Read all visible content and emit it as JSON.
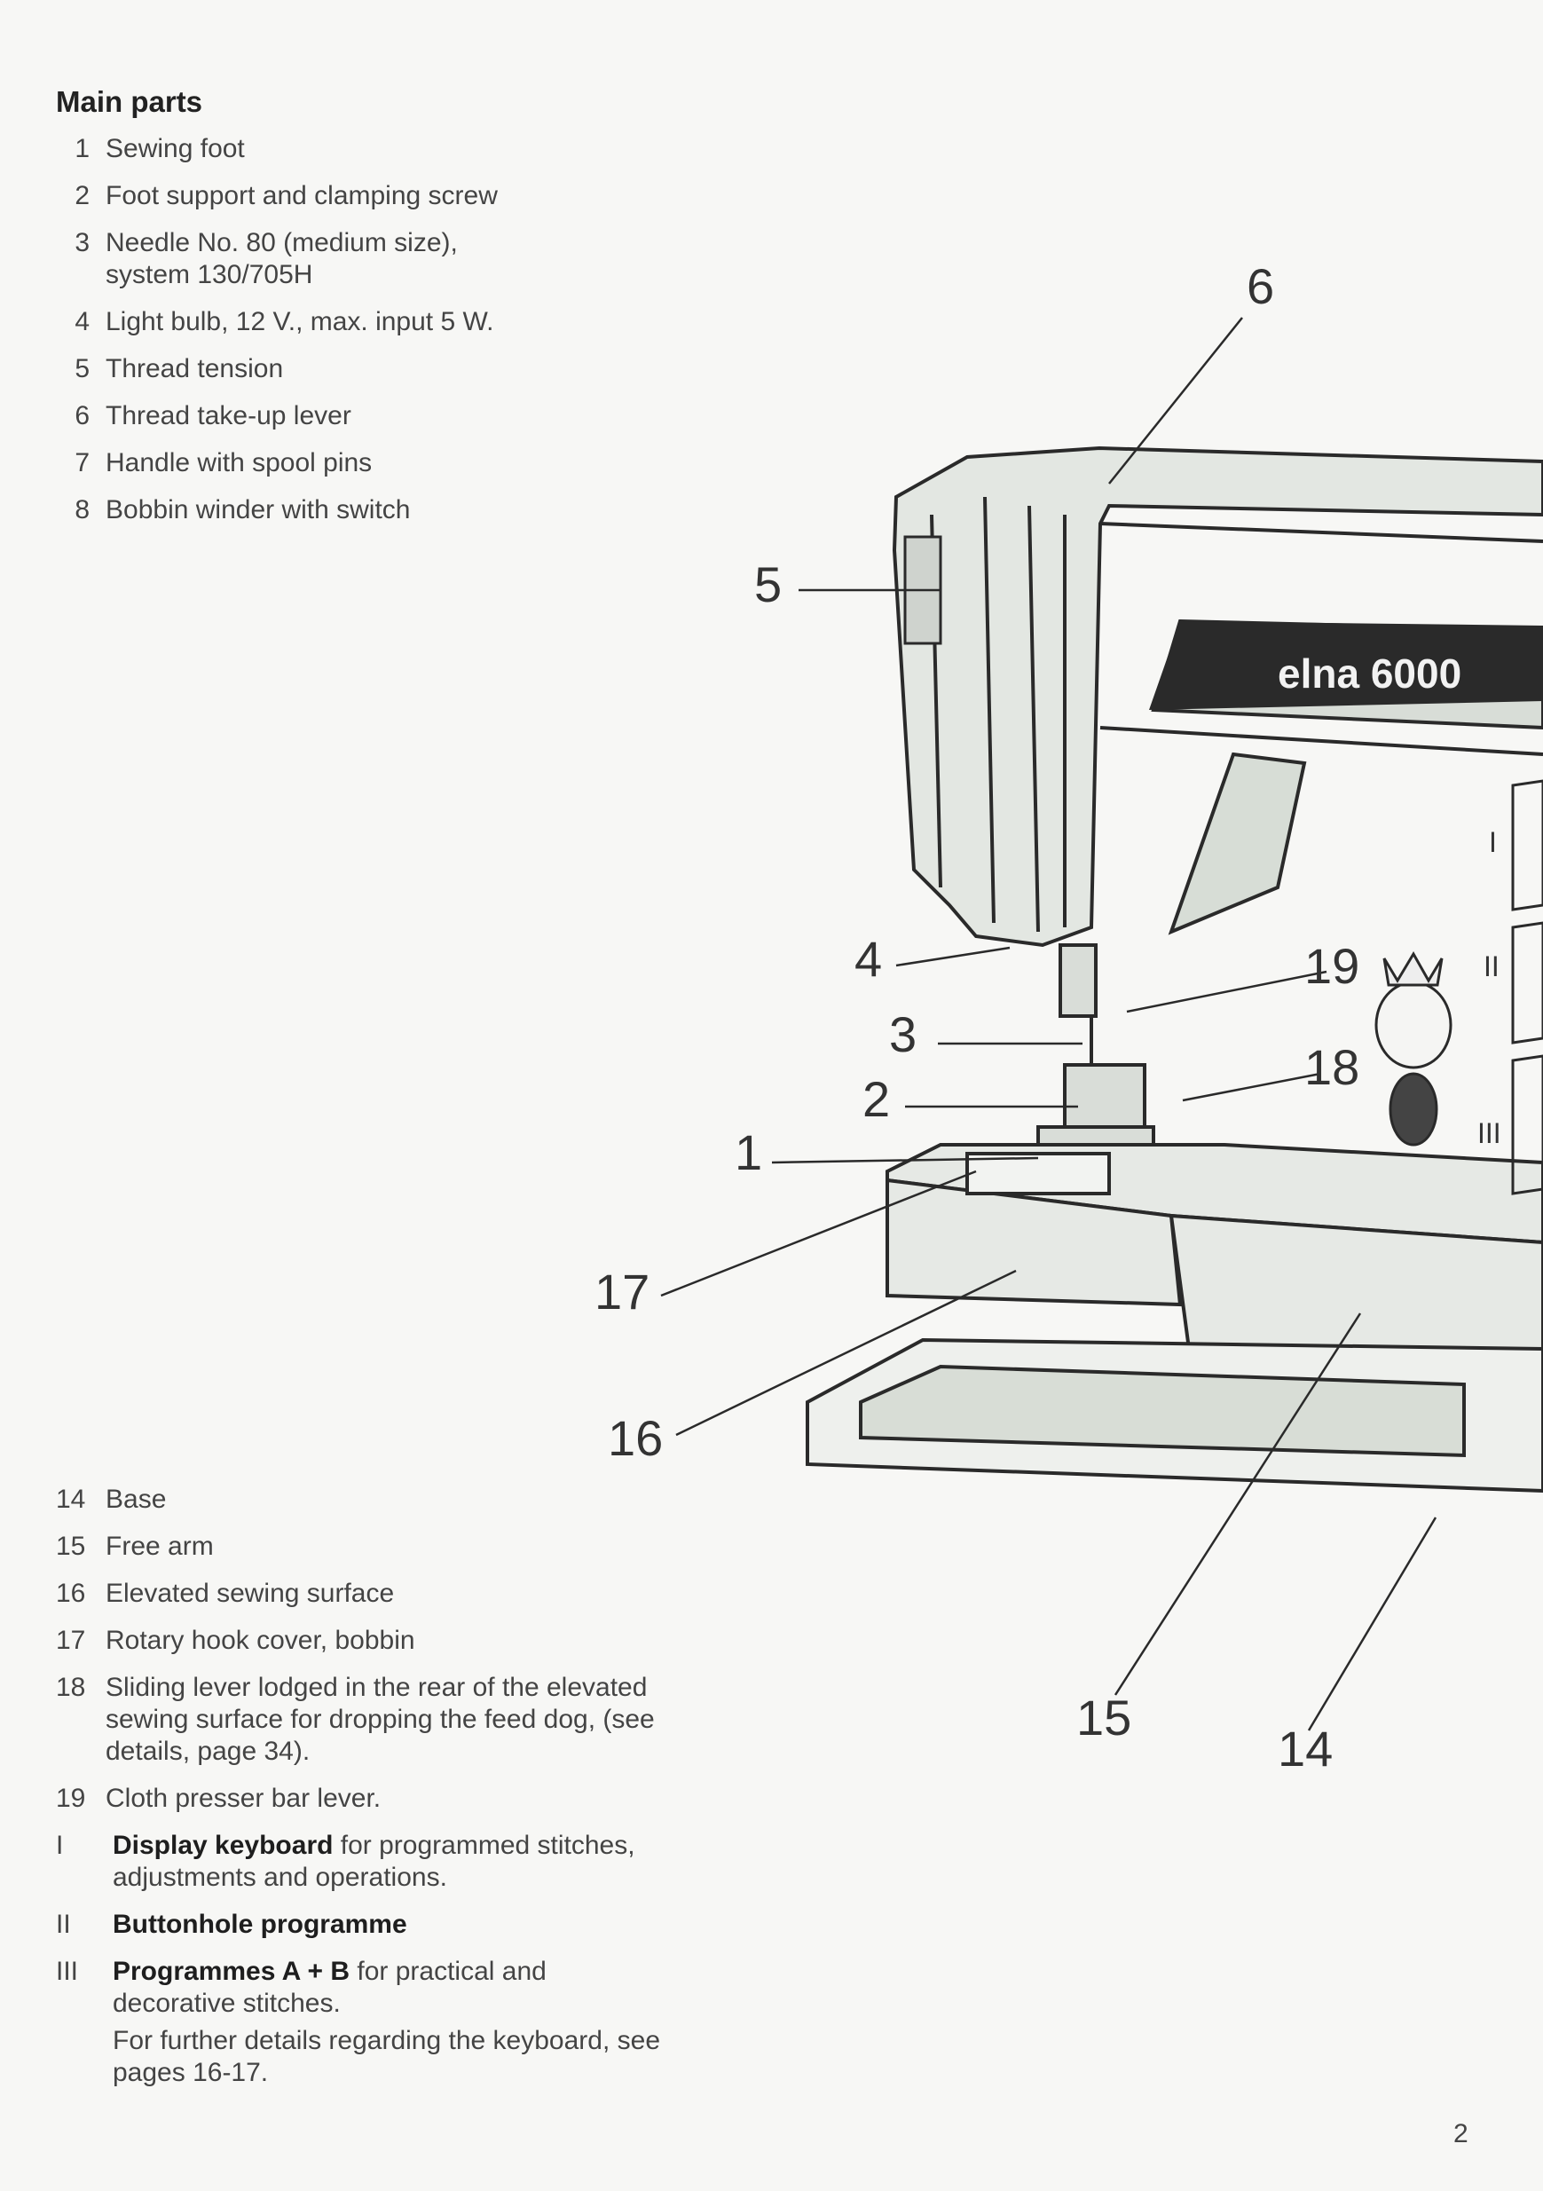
{
  "title": "Main parts",
  "parts_top": [
    {
      "num": "1",
      "label": "Sewing foot"
    },
    {
      "num": "2",
      "label": "Foot support and clamping screw"
    },
    {
      "num": "3",
      "label": "Needle No. 80 (medium size), system 130/705H"
    },
    {
      "num": "4",
      "label": "Light bulb, 12 V., max. input 5 W."
    },
    {
      "num": "5",
      "label": "Thread tension"
    },
    {
      "num": "6",
      "label": "Thread take-up lever"
    },
    {
      "num": "7",
      "label": "Handle with spool pins"
    },
    {
      "num": "8",
      "label": "Bobbin winder with switch"
    }
  ],
  "parts_bottom": [
    {
      "num": "14",
      "label": "Base"
    },
    {
      "num": "15",
      "label": "Free arm"
    },
    {
      "num": "16",
      "label": "Elevated sewing surface"
    },
    {
      "num": "17",
      "label": "Rotary hook cover, bobbin"
    },
    {
      "num": "18",
      "label": "Sliding lever lodged in the rear of the elevated sewing surface for dropping the feed dog, (see details, page 34)."
    },
    {
      "num": "19",
      "label": "Cloth presser bar lever."
    }
  ],
  "roman": [
    {
      "num": "I",
      "bold": "Display keyboard",
      "text": " for programmed stitches, adjustments and operations."
    },
    {
      "num": "II",
      "bold": "Buttonhole programme",
      "text": ""
    },
    {
      "num": "III",
      "bold": "Programmes A + B",
      "text": " for practical and decorative stitches.",
      "note": "For further details regarding the keyboard, see pages 16-17."
    }
  ],
  "callouts": {
    "c1": "1",
    "c2": "2",
    "c3": "3",
    "c4": "4",
    "c5": "5",
    "c6": "6",
    "c14": "14",
    "c15": "15",
    "c16": "16",
    "c17": "17",
    "c18": "18",
    "c19": "19",
    "ri": "I",
    "rii": "II",
    "riii": "III"
  },
  "brand": "elna 6000",
  "page_number": "2"
}
